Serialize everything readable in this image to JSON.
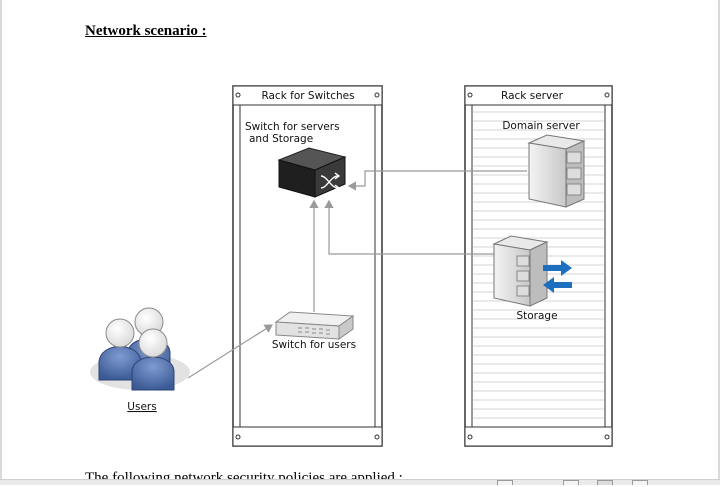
{
  "heading": "Network scenario :",
  "footer_text": "The following network security policies are applied :",
  "diagram": {
    "rack_switches_title": "Rack for Switches",
    "rack_server_title": "Rack server",
    "switch_servers_label_line1": "Switch for servers",
    "switch_servers_label_line2": "and Storage",
    "domain_server_label": "Domain server",
    "storage_label": "Storage",
    "switch_users_label": "Switch for users",
    "users_label": "Users",
    "colors": {
      "rack_border": "#333333",
      "switch_core": "#1f1f1f",
      "arrow_blue": "#1f6fc0",
      "user_blue": "#4a6aa8",
      "connector": "#9a9a9a"
    }
  }
}
